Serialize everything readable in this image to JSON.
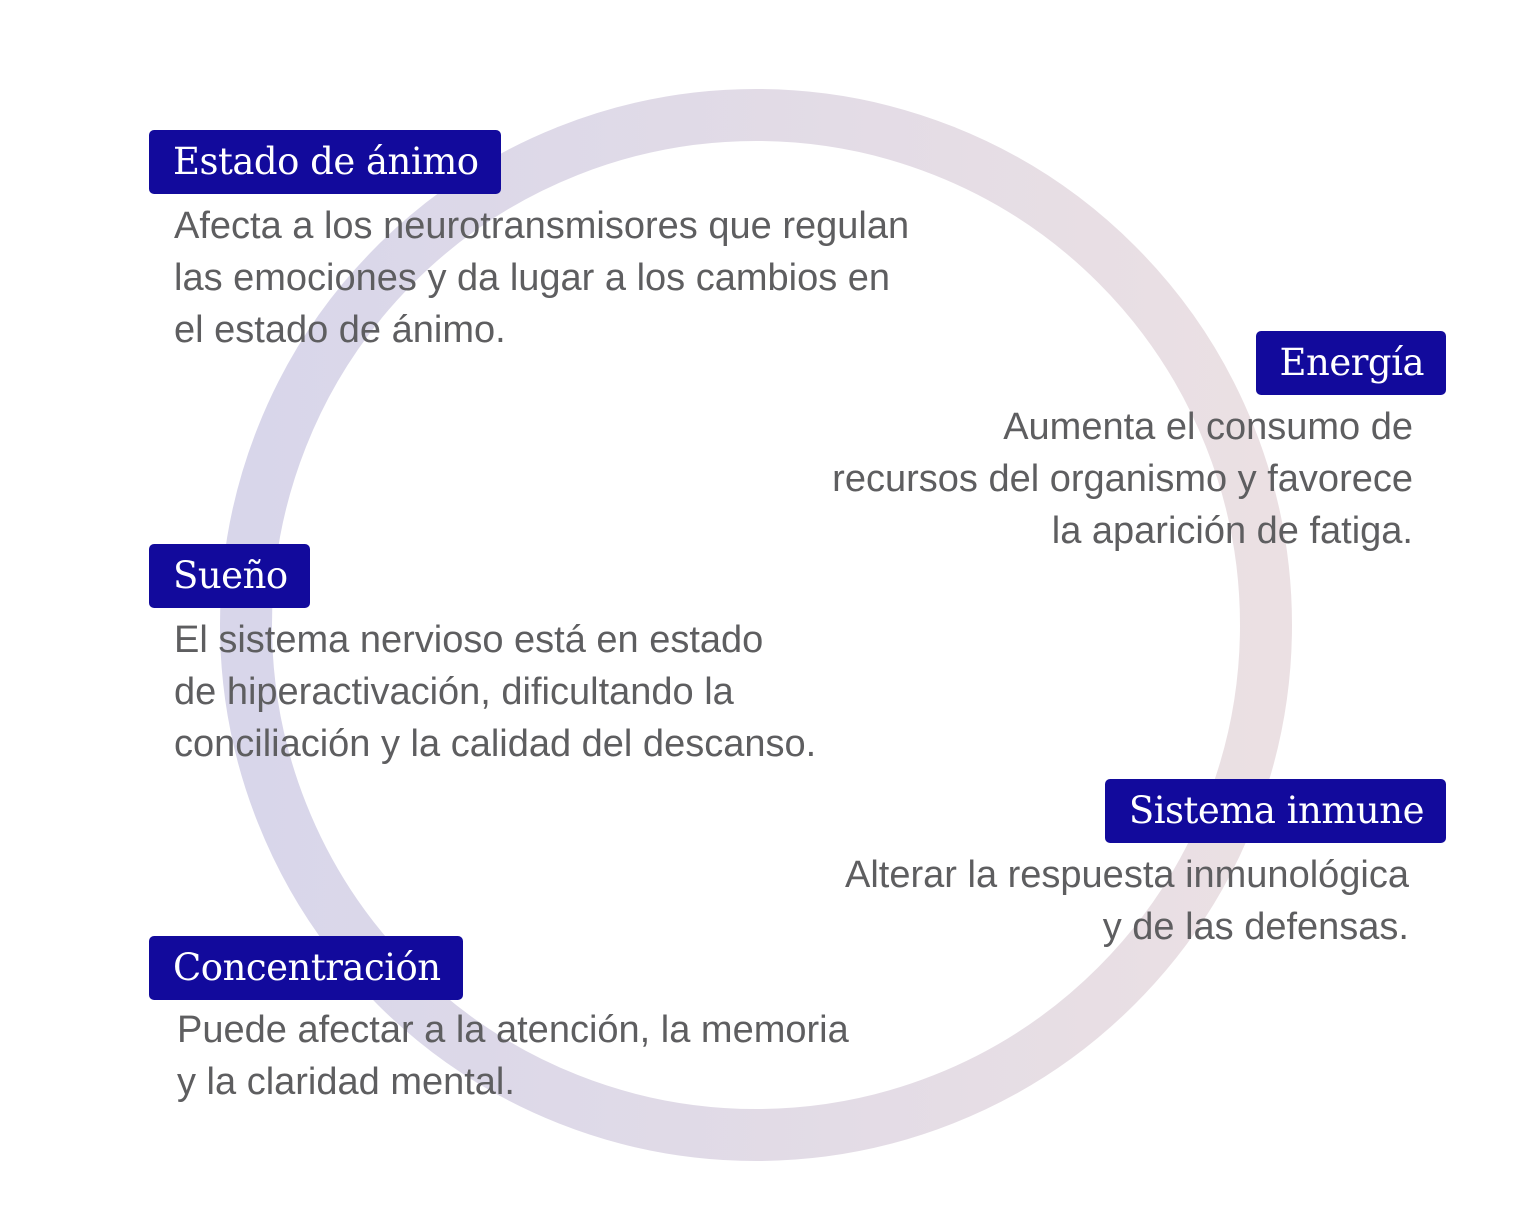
{
  "colors": {
    "tag_background": "#120a9c",
    "tag_text": "#ffffff",
    "description_text": "#5e5e60",
    "ring_start": "#d8d6ea",
    "ring_end": "#ebe0e3"
  },
  "items": [
    {
      "label": "Estado de ánimo",
      "description": "Afecta a los neurotransmisores que regulan\nlas emociones y da lugar a los cambios en\nel estado de ánimo."
    },
    {
      "label": "Energía",
      "description": "Aumenta el consumo de\nrecursos del organismo y favorece\nla aparición de fatiga."
    },
    {
      "label": "Sueño",
      "description": "El sistema nervioso está en estado\nde hiperactivación, dificultando la\nconciliación y la calidad del descanso."
    },
    {
      "label": "Sistema inmune",
      "description": "Alterar la respuesta inmunológica\ny de las defensas."
    },
    {
      "label": "Concentración",
      "description": "Puede afectar a la atención, la memoria\ny la claridad mental."
    }
  ]
}
